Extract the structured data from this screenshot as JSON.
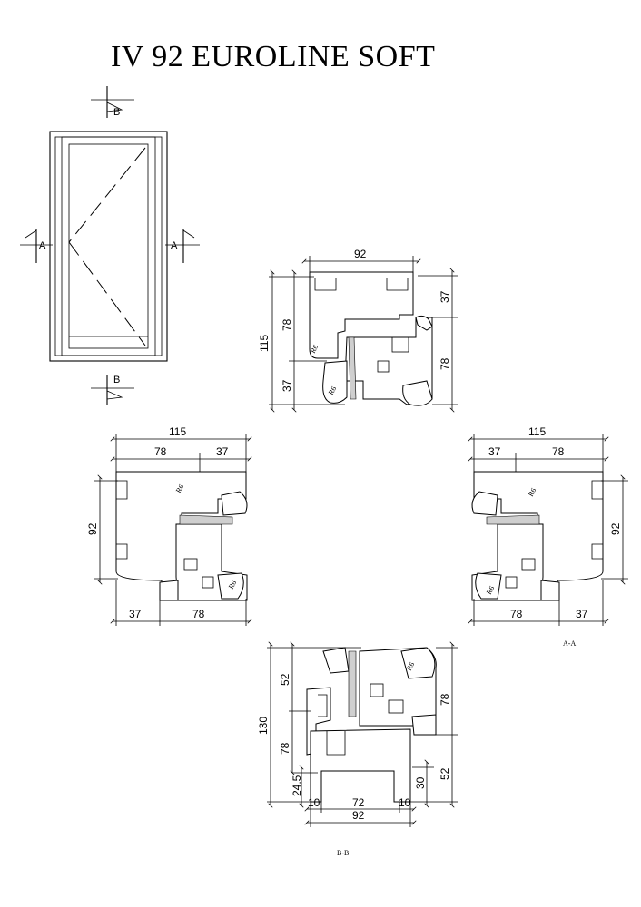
{
  "title": "IV 92 EUROLINE SOFT",
  "section_markers": {
    "a": "A",
    "b": "B"
  },
  "top_section": {
    "width": "92",
    "height": "115",
    "left_upper": "78",
    "left_lower": "37",
    "right_upper": "37",
    "right_lower": "78",
    "radius_1": "R6",
    "radius_2": "R6"
  },
  "left_section": {
    "total": "115",
    "top_left": "78",
    "top_right": "37",
    "height": "92",
    "bottom_left": "37",
    "bottom_right": "78",
    "radius_1": "R6",
    "radius_2": "R6"
  },
  "right_section": {
    "total": "115",
    "top_left": "37",
    "top_right": "78",
    "height": "92",
    "bottom_left": "78",
    "bottom_right": "37",
    "radius_1": "R6",
    "radius_2": "R6"
  },
  "bottom_section": {
    "height": "130",
    "left_upper": "52",
    "left_lower": "78",
    "left_small": "24,5",
    "right_upper": "78",
    "right_lower": "52",
    "right_small": "30",
    "b_left": "10",
    "b_mid": "72",
    "b_right": "10",
    "b_total": "92",
    "radius": "R6"
  },
  "labels": {
    "aa": "A-A",
    "bb": "B-B"
  },
  "colors": {
    "line": "#000000",
    "glass": "#cfcfcf",
    "background": "#ffffff"
  }
}
